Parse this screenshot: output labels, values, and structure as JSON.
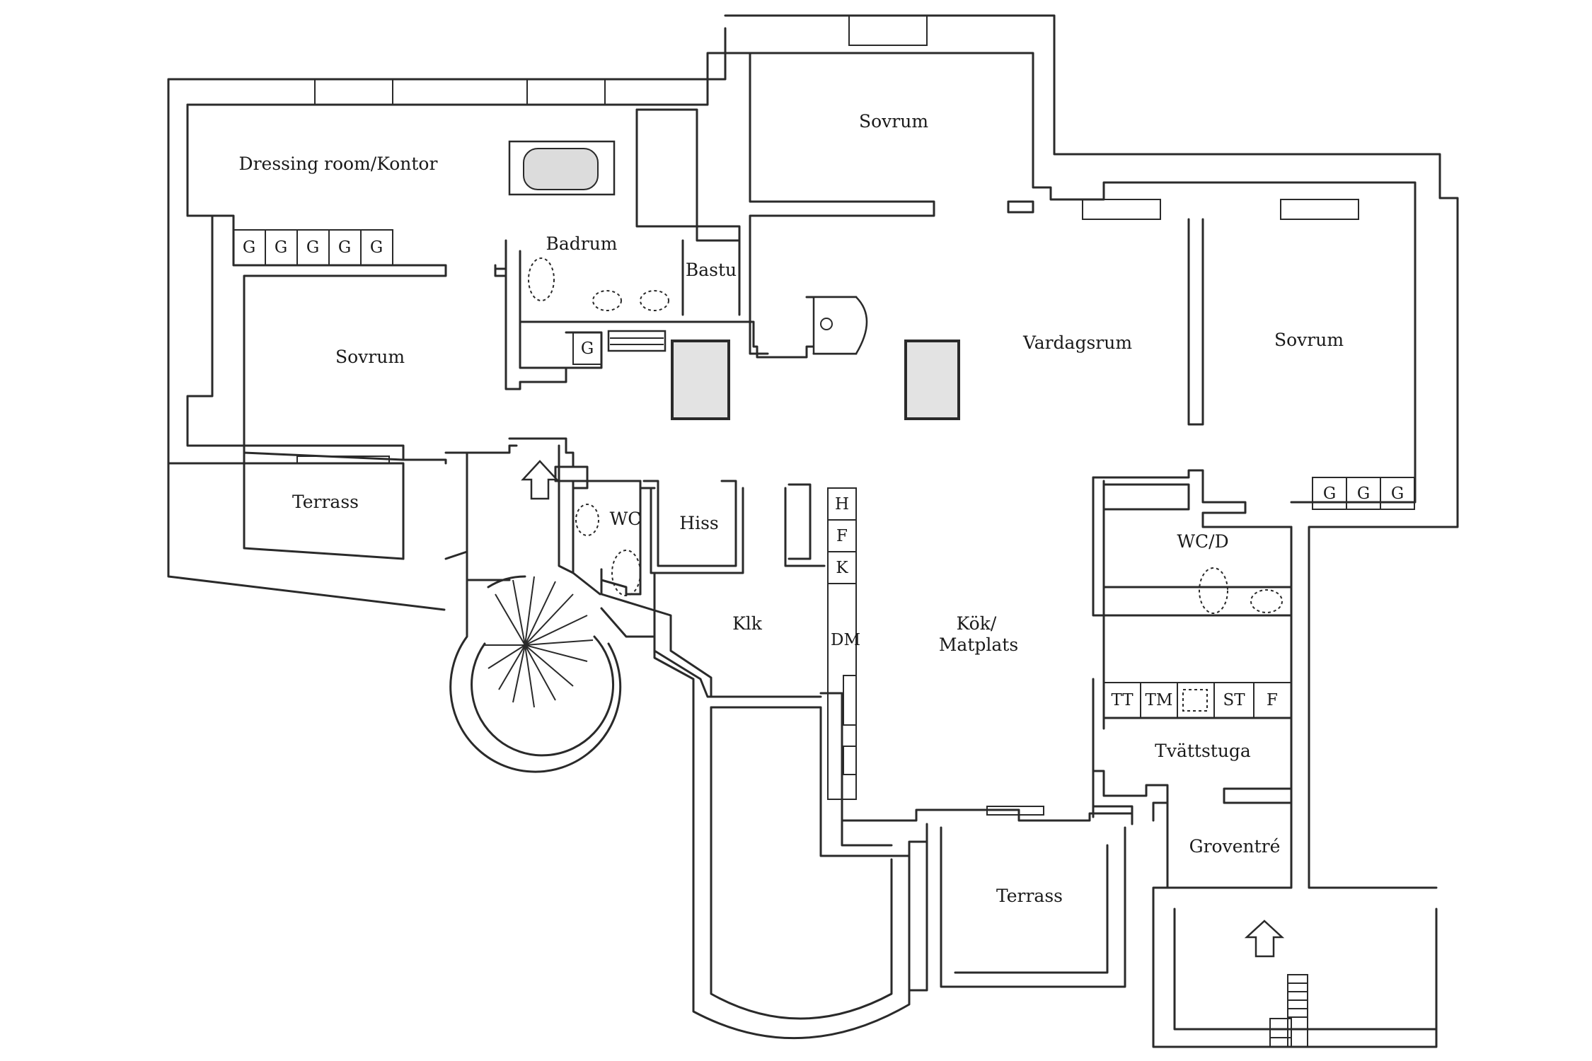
{
  "rooms": {
    "dressing": "Dressing room/Kontor",
    "sovrum_top": "Sovrum",
    "sovrum_left": "Sovrum",
    "sovrum_right": "Sovrum",
    "badrum": "Badrum",
    "bastu": "Bastu",
    "vardagsrum": "Vardagsrum",
    "terrass_left": "Terrass",
    "wc": "WC",
    "hiss": "Hiss",
    "wcd": "WC/D",
    "klk": "Klk",
    "kok_line1": "Kök/",
    "kok_line2": "Matplats",
    "tvattstuga": "Tvättstuga",
    "terrass_bottom": "Terrass",
    "groventre": "Groventré"
  },
  "wardrobe_left": [
    "G",
    "G",
    "G",
    "G",
    "G"
  ],
  "wardrobe_badrum": "G",
  "wardrobe_right": [
    "G",
    "G",
    "G"
  ],
  "kitchen_units": [
    "H",
    "F",
    "K",
    "DM"
  ],
  "laundry_units": [
    "TT",
    "TM",
    "ST",
    "F"
  ]
}
